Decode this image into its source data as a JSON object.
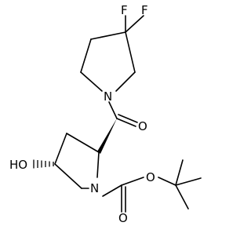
{
  "atoms": {
    "f1": "F",
    "f2": "F",
    "n_amide": "N",
    "o_carbonyl": "O",
    "ho": "HO",
    "n_ring": "N",
    "o_ester": "O",
    "o_boc_carbonyl": "O"
  },
  "colors": {
    "bond": "#000000",
    "text": "#000000",
    "background": "#ffffff"
  }
}
